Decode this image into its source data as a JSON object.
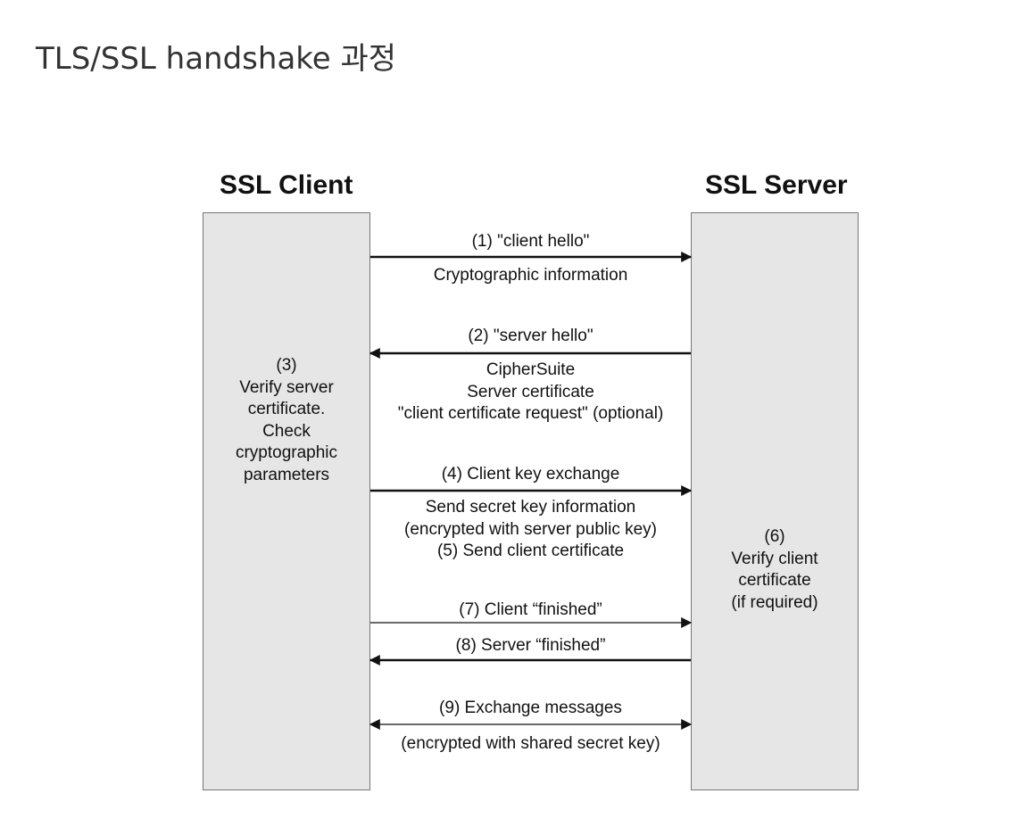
{
  "page": {
    "title": "TLS/SSL handshake 과정"
  },
  "diagram": {
    "client_heading": "SSL Client",
    "server_heading": "SSL Server",
    "client_note": [
      "(3)",
      "Verify server",
      "certificate.",
      "Check",
      "cryptographic",
      "parameters"
    ],
    "server_note": [
      "(6)",
      "Verify client",
      "certificate",
      "(if required)"
    ],
    "messages": [
      {
        "direction": "client-to-server",
        "label": "(1) \"client hello\"",
        "details": [
          "Cryptographic information"
        ]
      },
      {
        "direction": "server-to-client",
        "label": "(2) \"server hello\"",
        "details": [
          "CipherSuite",
          "Server certificate",
          "\"client certificate request\" (optional)"
        ]
      },
      {
        "direction": "client-to-server",
        "label": "(4) Client key exchange",
        "details": [
          "Send secret key information",
          "(encrypted with server public key)",
          "(5) Send client certificate"
        ]
      },
      {
        "direction": "client-to-server",
        "label": "(7) Client “finished”",
        "details": []
      },
      {
        "direction": "server-to-client",
        "label": "(8) Server “finished”",
        "details": []
      },
      {
        "direction": "bidirectional",
        "label": "(9) Exchange messages",
        "details": [
          "(encrypted with shared secret key)"
        ]
      }
    ]
  }
}
